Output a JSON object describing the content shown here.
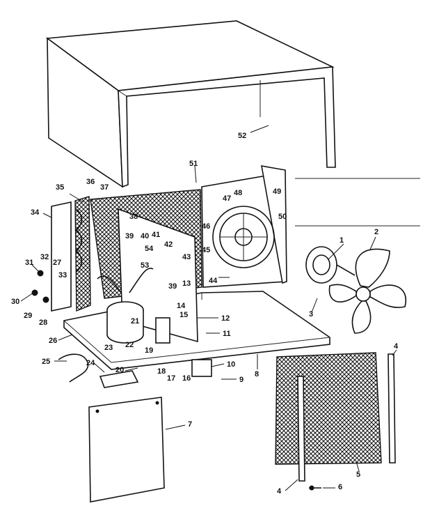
{
  "callouts": [
    {
      "id": "c1",
      "text": "1"
    },
    {
      "id": "c2",
      "text": "2"
    },
    {
      "id": "c3",
      "text": "3"
    },
    {
      "id": "c4a",
      "text": "4"
    },
    {
      "id": "c4b",
      "text": "4"
    },
    {
      "id": "c5",
      "text": "5"
    },
    {
      "id": "c6",
      "text": "6"
    },
    {
      "id": "c7",
      "text": "7"
    },
    {
      "id": "c8",
      "text": "8"
    },
    {
      "id": "c9",
      "text": "9"
    },
    {
      "id": "c10",
      "text": "10"
    },
    {
      "id": "c11",
      "text": "11"
    },
    {
      "id": "c12",
      "text": "12"
    },
    {
      "id": "c13",
      "text": "13"
    },
    {
      "id": "c14",
      "text": "14"
    },
    {
      "id": "c15",
      "text": "15"
    },
    {
      "id": "c16",
      "text": "16"
    },
    {
      "id": "c17",
      "text": "17"
    },
    {
      "id": "c18",
      "text": "18"
    },
    {
      "id": "c19",
      "text": "19"
    },
    {
      "id": "c20",
      "text": "20"
    },
    {
      "id": "c21",
      "text": "21"
    },
    {
      "id": "c22",
      "text": "22"
    },
    {
      "id": "c23",
      "text": "23"
    },
    {
      "id": "c24",
      "text": "24"
    },
    {
      "id": "c25",
      "text": "25"
    },
    {
      "id": "c26",
      "text": "26"
    },
    {
      "id": "c27",
      "text": "27"
    },
    {
      "id": "c28",
      "text": "28"
    },
    {
      "id": "c29",
      "text": "29"
    },
    {
      "id": "c30",
      "text": "30"
    },
    {
      "id": "c31",
      "text": "31"
    },
    {
      "id": "c32",
      "text": "32"
    },
    {
      "id": "c33",
      "text": "33"
    },
    {
      "id": "c34",
      "text": "34"
    },
    {
      "id": "c35",
      "text": "35"
    },
    {
      "id": "c36",
      "text": "36"
    },
    {
      "id": "c37",
      "text": "37"
    },
    {
      "id": "c38",
      "text": "38"
    },
    {
      "id": "c39a",
      "text": "39"
    },
    {
      "id": "c39b",
      "text": "39"
    },
    {
      "id": "c40",
      "text": "40"
    },
    {
      "id": "c41",
      "text": "41"
    },
    {
      "id": "c42",
      "text": "42"
    },
    {
      "id": "c43",
      "text": "43"
    },
    {
      "id": "c44",
      "text": "44"
    },
    {
      "id": "c45",
      "text": "45"
    },
    {
      "id": "c46",
      "text": "46"
    },
    {
      "id": "c47",
      "text": "47"
    },
    {
      "id": "c48",
      "text": "48"
    },
    {
      "id": "c49",
      "text": "49"
    },
    {
      "id": "c50",
      "text": "50"
    },
    {
      "id": "c51",
      "text": "51"
    },
    {
      "id": "c52",
      "text": "52"
    },
    {
      "id": "c53",
      "text": "53"
    },
    {
      "id": "c54",
      "text": "54"
    }
  ]
}
